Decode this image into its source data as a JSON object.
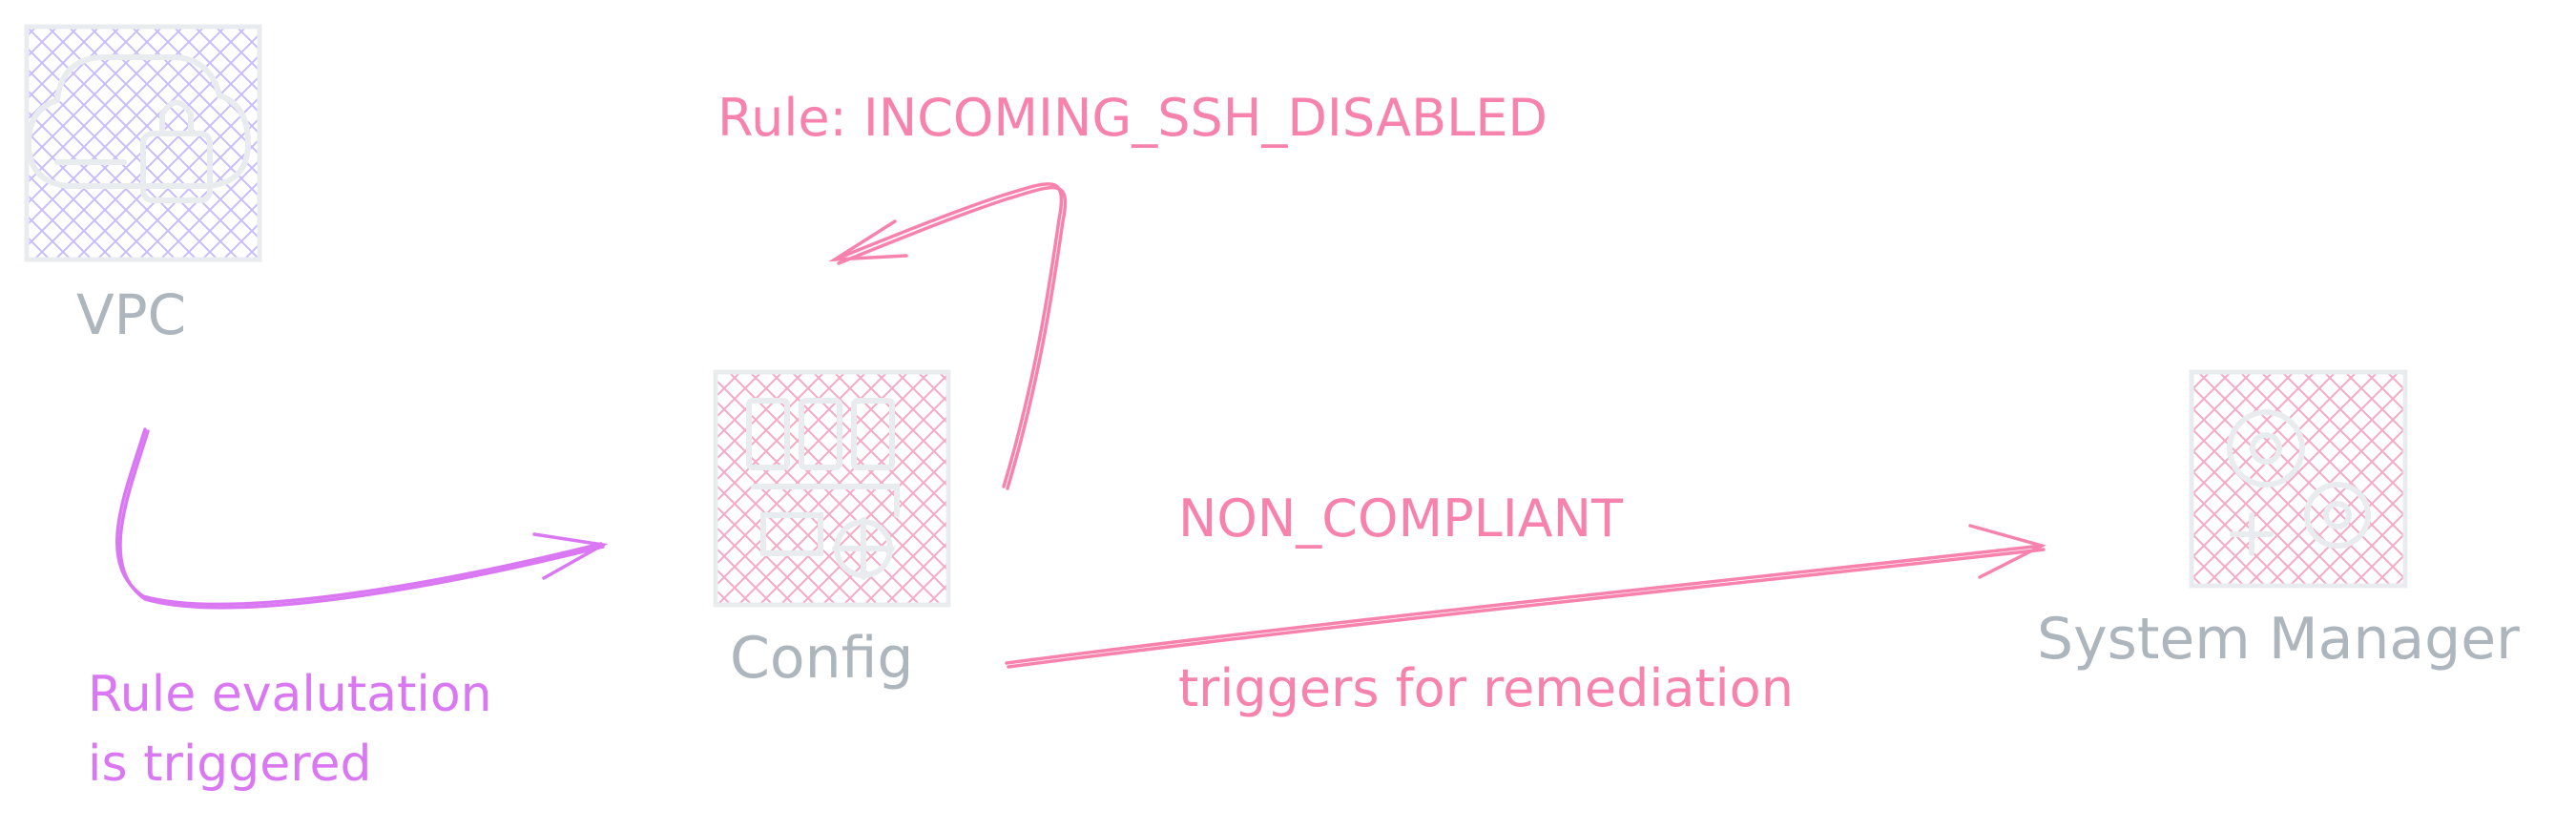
{
  "nodes": {
    "vpc": {
      "label": "VPC",
      "icon": "vpc-icon",
      "color": "#b197fc"
    },
    "config": {
      "label": "Config",
      "icon": "config-icon",
      "color": "#f783ac"
    },
    "system_manager": {
      "label": "System Manager",
      "icon": "systems-manager-icon",
      "color": "#f783ac"
    }
  },
  "edges": {
    "vpc_to_config": {
      "label_line1": "Rule evalutation",
      "label_line2": "is triggered",
      "color": "#da77f2"
    },
    "config_rule": {
      "label": "Rule: INCOMING_SSH_DISABLED",
      "color": "#f783ac"
    },
    "config_to_sm": {
      "label_top": "NON_COMPLIANT",
      "label_bottom": "triggers for remediation",
      "color": "#f783ac"
    }
  },
  "colors": {
    "node_label": "#adb5bd",
    "node_border": "#e9ecef"
  }
}
